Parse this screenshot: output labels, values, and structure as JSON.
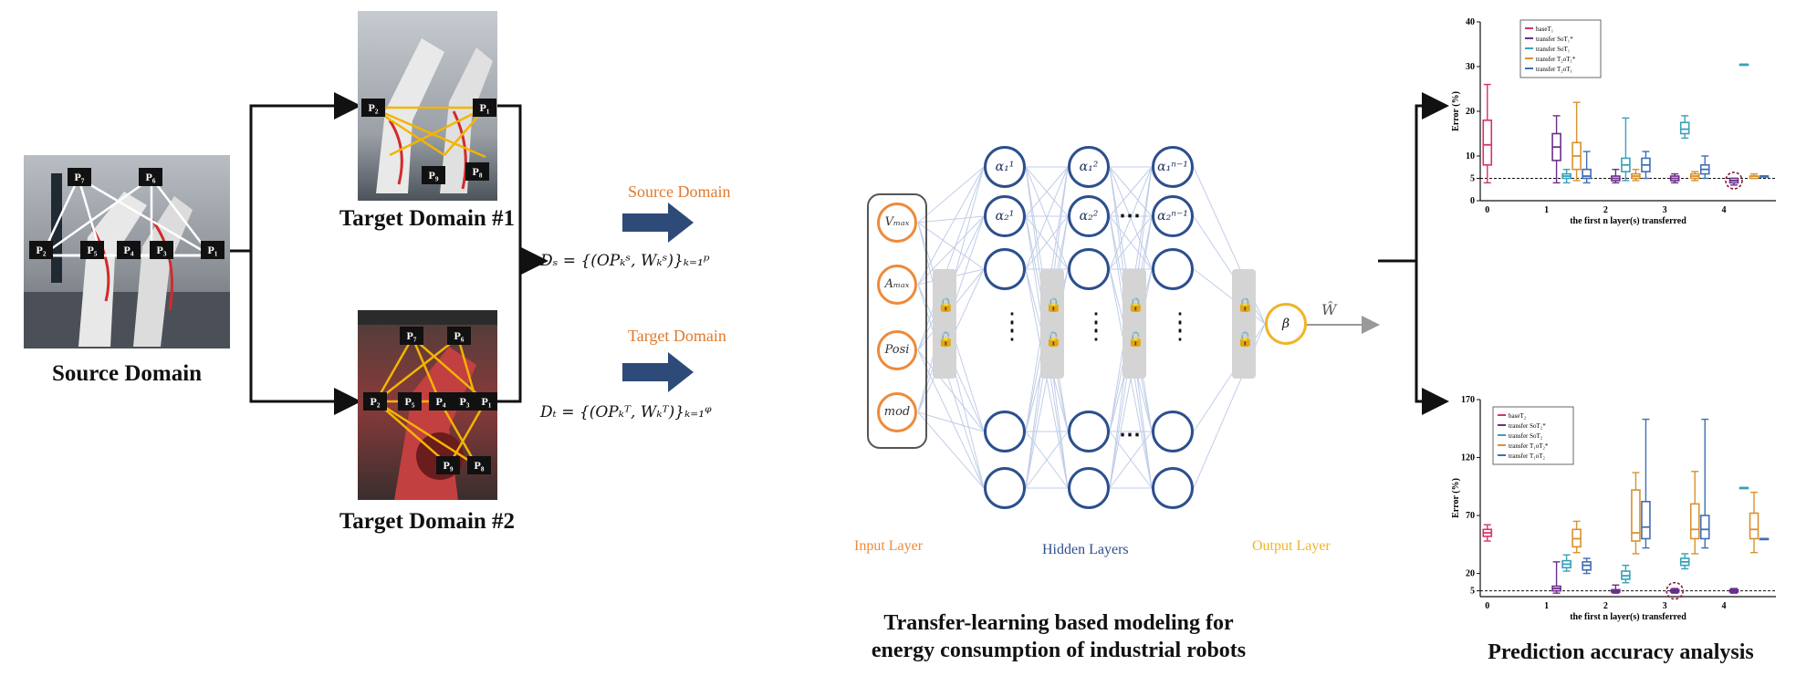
{
  "captions": {
    "source": "Source Domain",
    "target1": "Target Domain #1",
    "target2": "Target Domain #2",
    "middle_line1": "Transfer-learning based modeling for",
    "middle_line2": "energy consumption of industrial robots",
    "right": "Prediction accuracy analysis"
  },
  "point_labels": {
    "source": [
      "P₇",
      "P₆",
      "P₂",
      "P₅",
      "P₄",
      "P₃",
      "P₁"
    ],
    "target1": [
      "P₂",
      "P₁",
      "P₉",
      "P₈"
    ],
    "target2": [
      "P₇",
      "P₆",
      "P₂",
      "P₅",
      "P₄",
      "P₃",
      "P₁",
      "P₉",
      "P₈"
    ]
  },
  "model": {
    "source_label": "Source Domain",
    "target_label": "Target Domain",
    "ds_formula": "Dₛ = {(OPₖˢ, Wₖˢ)}ₖ₌₁ᵖ",
    "dt_formula": "Dₜ = {(OPₖᵀ, Wₖᵀ)}ₖ₌₁ᵠ",
    "inputs": [
      "Vₘₐₓ",
      "Aₘₐₓ",
      "Posi",
      "mod"
    ],
    "hidden_top": [
      [
        "α₁¹",
        "α₂¹"
      ],
      [
        "α₁²",
        "α₂²"
      ],
      [
        "α₁ⁿ⁻¹",
        "α₂ⁿ⁻¹"
      ]
    ],
    "output": "β",
    "output_arrow_label": "Ŵ",
    "input_layer": "Input Layer",
    "hidden_layers": "Hidden Layers",
    "output_layer": "Output Layer"
  },
  "colors": {
    "orange": "#ee8a3a",
    "blue": "#2c4f8e",
    "yellow": "#f0b429",
    "line_light": "#b9c8e6"
  },
  "chart_data": [
    {
      "type": "box",
      "ylabel": "Error (%)",
      "xlabel": "the first n layer(s) transferred",
      "ylim": [
        0,
        40
      ],
      "yticks": [
        0,
        5,
        10,
        20,
        30,
        40
      ],
      "xticks": [
        "0",
        "1",
        "2",
        "3",
        "4"
      ],
      "reference_line": 5,
      "legend": [
        "baseT₁",
        "transfer SoT₁*",
        "transfer SoT₁",
        "transfer T₂oT₁*",
        "transfer T₂oT₁"
      ],
      "series_colors": [
        "#d6336c",
        "#6b2d8a",
        "#3aa0b8",
        "#d9922e",
        "#3f6fb5"
      ],
      "boxes": [
        {
          "x": 0,
          "s": 0,
          "min": 4,
          "q1": 8,
          "med": 12.5,
          "q3": 18,
          "max": 26
        },
        {
          "x": 1,
          "s": 1,
          "min": 4,
          "q1": 9,
          "med": 12,
          "q3": 15,
          "max": 19
        },
        {
          "x": 1,
          "s": 2,
          "min": 4,
          "q1": 5,
          "med": 5.5,
          "q3": 6,
          "max": 7
        },
        {
          "x": 1,
          "s": 3,
          "min": 4.5,
          "q1": 7,
          "med": 10,
          "q3": 13,
          "max": 22
        },
        {
          "x": 1,
          "s": 4,
          "min": 4,
          "q1": 5,
          "med": 5.5,
          "q3": 7,
          "max": 11
        },
        {
          "x": 2,
          "s": 1,
          "min": 4,
          "q1": 4.5,
          "med": 5,
          "q3": 5.5,
          "max": 7
        },
        {
          "x": 2,
          "s": 2,
          "min": 4.5,
          "q1": 6.5,
          "med": 8,
          "q3": 9.5,
          "max": 18.5
        },
        {
          "x": 2,
          "s": 3,
          "min": 4.5,
          "q1": 5,
          "med": 5.5,
          "q3": 6,
          "max": 7
        },
        {
          "x": 2,
          "s": 4,
          "min": 5,
          "q1": 6.5,
          "med": 8,
          "q3": 9.5,
          "max": 11
        },
        {
          "x": 3,
          "s": 1,
          "min": 4,
          "q1": 4.5,
          "med": 5,
          "q3": 5.5,
          "max": 6
        },
        {
          "x": 3,
          "s": 2,
          "min": 14,
          "q1": 15,
          "med": 16,
          "q3": 17.5,
          "max": 19
        },
        {
          "x": 3,
          "s": 3,
          "min": 4.5,
          "q1": 5,
          "med": 5.5,
          "q3": 6,
          "max": 6.5
        },
        {
          "x": 3,
          "s": 4,
          "min": 5,
          "q1": 6,
          "med": 7,
          "q3": 8,
          "max": 10
        },
        {
          "x": 4,
          "s": 1,
          "min": 3.5,
          "q1": 4,
          "med": 4.5,
          "q3": 5,
          "max": 5
        },
        {
          "x": 4,
          "s": 2,
          "min": 30.5,
          "q1": 30.5,
          "med": 30.5,
          "q3": 30.5,
          "max": 30.5
        },
        {
          "x": 4,
          "s": 3,
          "min": 5,
          "q1": 5,
          "med": 5.5,
          "q3": 5.5,
          "max": 6
        },
        {
          "x": 4,
          "s": 4,
          "min": 5.5,
          "q1": 5.5,
          "med": 5.5,
          "q3": 5.5,
          "max": 5.5
        }
      ],
      "highlight": {
        "x": 4,
        "value": 4.5
      }
    },
    {
      "type": "box",
      "ylabel": "Error (%)",
      "xlabel": "the first n layer(s) transferred",
      "ylim": [
        0,
        170
      ],
      "yticks": [
        5,
        20,
        70,
        120,
        170
      ],
      "xticks": [
        "0",
        "1",
        "2",
        "3",
        "4"
      ],
      "reference_line": 5,
      "legend": [
        "baseT₂",
        "transfer SoT₂*",
        "transfer SoT₂",
        "transfer T₁oT₂*",
        "transfer T₁oT₂"
      ],
      "series_colors": [
        "#d6336c",
        "#6b2d8a",
        "#3aa0b8",
        "#d9922e",
        "#3f6fb5"
      ],
      "boxes": [
        {
          "x": 0,
          "s": 0,
          "min": 48,
          "q1": 52,
          "med": 55,
          "q3": 58,
          "max": 62
        },
        {
          "x": 1,
          "s": 1,
          "min": 3,
          "q1": 5,
          "med": 7,
          "q3": 9,
          "max": 30
        },
        {
          "x": 1,
          "s": 2,
          "min": 22,
          "q1": 25,
          "med": 28,
          "q3": 31,
          "max": 36
        },
        {
          "x": 1,
          "s": 3,
          "min": 38,
          "q1": 43,
          "med": 50,
          "q3": 58,
          "max": 65
        },
        {
          "x": 1,
          "s": 4,
          "min": 20,
          "q1": 23,
          "med": 27,
          "q3": 30,
          "max": 33
        },
        {
          "x": 2,
          "s": 1,
          "min": 3,
          "q1": 4,
          "med": 5,
          "q3": 6,
          "max": 10
        },
        {
          "x": 2,
          "s": 2,
          "min": 12,
          "q1": 15,
          "med": 18,
          "q3": 22,
          "max": 27
        },
        {
          "x": 2,
          "s": 3,
          "min": 37,
          "q1": 48,
          "med": 55,
          "q3": 92,
          "max": 107
        },
        {
          "x": 2,
          "s": 4,
          "min": 42,
          "q1": 50,
          "med": 60,
          "q3": 82,
          "max": 153
        },
        {
          "x": 3,
          "s": 1,
          "min": 3,
          "q1": 4,
          "med": 5,
          "q3": 6,
          "max": 7
        },
        {
          "x": 3,
          "s": 2,
          "min": 24,
          "q1": 27,
          "med": 30,
          "q3": 33,
          "max": 37
        },
        {
          "x": 3,
          "s": 3,
          "min": 37,
          "q1": 50,
          "med": 58,
          "q3": 80,
          "max": 108
        },
        {
          "x": 3,
          "s": 4,
          "min": 42,
          "q1": 50,
          "med": 58,
          "q3": 70,
          "max": 153
        },
        {
          "x": 4,
          "s": 1,
          "min": 3,
          "q1": 4,
          "med": 5,
          "q3": 6,
          "max": 7
        },
        {
          "x": 4,
          "s": 2,
          "min": 94,
          "q1": 94,
          "med": 94,
          "q3": 94,
          "max": 94
        },
        {
          "x": 4,
          "s": 3,
          "min": 38,
          "q1": 50,
          "med": 58,
          "q3": 72,
          "max": 90
        },
        {
          "x": 4,
          "s": 4,
          "min": 50,
          "q1": 50,
          "med": 50,
          "q3": 50,
          "max": 50
        }
      ],
      "highlight": {
        "x": 3,
        "value": 5
      }
    }
  ]
}
